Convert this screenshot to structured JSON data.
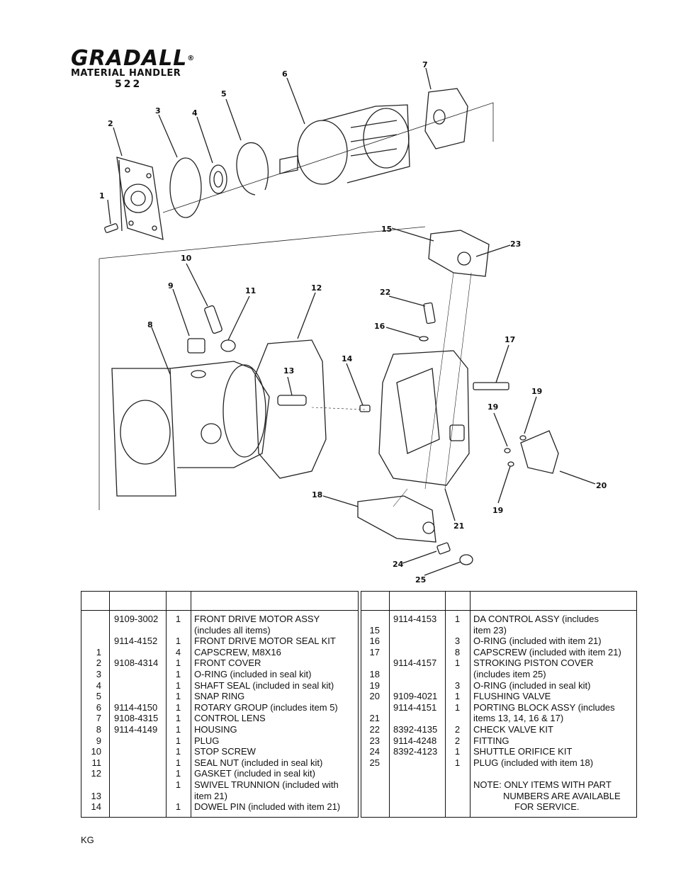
{
  "brand": {
    "name": "GRADALL",
    "registered": "®",
    "subtitle": "MATERIAL HANDLER",
    "model": "522"
  },
  "callouts": [
    "1",
    "2",
    "3",
    "4",
    "5",
    "6",
    "7",
    "8",
    "9",
    "10",
    "11",
    "12",
    "13",
    "14",
    "15",
    "16",
    "17",
    "18",
    "19",
    "19",
    "19",
    "20",
    "21",
    "22",
    "23",
    "24",
    "25"
  ],
  "left_table": {
    "rows": [
      {
        "item": "",
        "part": "9109-3002",
        "qty": "1",
        "desc": [
          "FRONT DRIVE MOTOR ASSY",
          "(includes all items)"
        ]
      },
      {
        "item": "",
        "part": "9114-4152",
        "qty": "1",
        "desc": [
          "FRONT DRIVE MOTOR SEAL KIT"
        ]
      },
      {
        "item": "1",
        "part": "",
        "qty": "4",
        "desc": [
          "CAPSCREW, M8X16"
        ]
      },
      {
        "item": "2",
        "part": "9108-4314",
        "qty": "1",
        "desc": [
          "FRONT COVER"
        ]
      },
      {
        "item": "3",
        "part": "",
        "qty": "1",
        "desc": [
          "O-RING (included in seal kit)"
        ]
      },
      {
        "item": "4",
        "part": "",
        "qty": "1",
        "desc": [
          "SHAFT SEAL (included in seal kit)"
        ]
      },
      {
        "item": "5",
        "part": "",
        "qty": "1",
        "desc": [
          "SNAP RING"
        ]
      },
      {
        "item": "6",
        "part": "9114-4150",
        "qty": "1",
        "desc": [
          "ROTARY GROUP (includes item 5)"
        ]
      },
      {
        "item": "7",
        "part": "9108-4315",
        "qty": "1",
        "desc": [
          "CONTROL LENS"
        ]
      },
      {
        "item": "8",
        "part": "9114-4149",
        "qty": "1",
        "desc": [
          "HOUSING"
        ]
      },
      {
        "item": "9",
        "part": "",
        "qty": "1",
        "desc": [
          "PLUG"
        ]
      },
      {
        "item": "10",
        "part": "",
        "qty": "1",
        "desc": [
          "STOP SCREW"
        ]
      },
      {
        "item": "11",
        "part": "",
        "qty": "1",
        "desc": [
          "SEAL NUT (included in seal kit)"
        ]
      },
      {
        "item": "12",
        "part": "",
        "qty": "1",
        "desc": [
          "GASKET (included in seal kit)"
        ]
      },
      {
        "item": "13",
        "part": "",
        "qty": "1",
        "desc": [
          "SWIVEL TRUNNION (included with",
          "item 21)"
        ]
      },
      {
        "item": "14",
        "part": "",
        "qty": "1",
        "desc": [
          "DOWEL PIN (included with item 21)"
        ]
      }
    ]
  },
  "right_table": {
    "rows": [
      {
        "item": "15",
        "part": "9114-4153",
        "qty": "1",
        "desc": [
          "DA CONTROL ASSY (includes",
          "item 23)"
        ]
      },
      {
        "item": "16",
        "part": "",
        "qty": "3",
        "desc": [
          "O-RING (included with item 21)"
        ]
      },
      {
        "item": "17",
        "part": "",
        "qty": "8",
        "desc": [
          "CAPSCREW (included with item 21)"
        ]
      },
      {
        "item": "18",
        "part": "9114-4157",
        "qty": "1",
        "desc": [
          "STROKING PISTON COVER",
          "(includes item 25)"
        ]
      },
      {
        "item": "19",
        "part": "",
        "qty": "3",
        "desc": [
          "O-RING (included in seal kit)"
        ]
      },
      {
        "item": "20",
        "part": "9109-4021",
        "qty": "1",
        "desc": [
          "FLUSHING VALVE"
        ]
      },
      {
        "item": "21",
        "part": "9114-4151",
        "qty": "1",
        "desc": [
          "PORTING BLOCK ASSY (includes",
          "items  13, 14, 16  & 17)"
        ]
      },
      {
        "item": "22",
        "part": "8392-4135",
        "qty": "2",
        "desc": [
          "CHECK VALVE KIT"
        ]
      },
      {
        "item": "23",
        "part": "9114-4248",
        "qty": "2",
        "desc": [
          "FITTING"
        ]
      },
      {
        "item": "24",
        "part": "8392-4123",
        "qty": "1",
        "desc": [
          "SHUTTLE  ORIFICE KIT"
        ]
      },
      {
        "item": "25",
        "part": "",
        "qty": "1",
        "desc": [
          "PLUG (included with item 18)"
        ]
      }
    ],
    "note": [
      "NOTE: ONLY ITEMS WITH PART",
      "NUMBERS ARE AVAILABLE",
      "FOR SERVICE."
    ]
  },
  "footer": {
    "code": "KG"
  }
}
